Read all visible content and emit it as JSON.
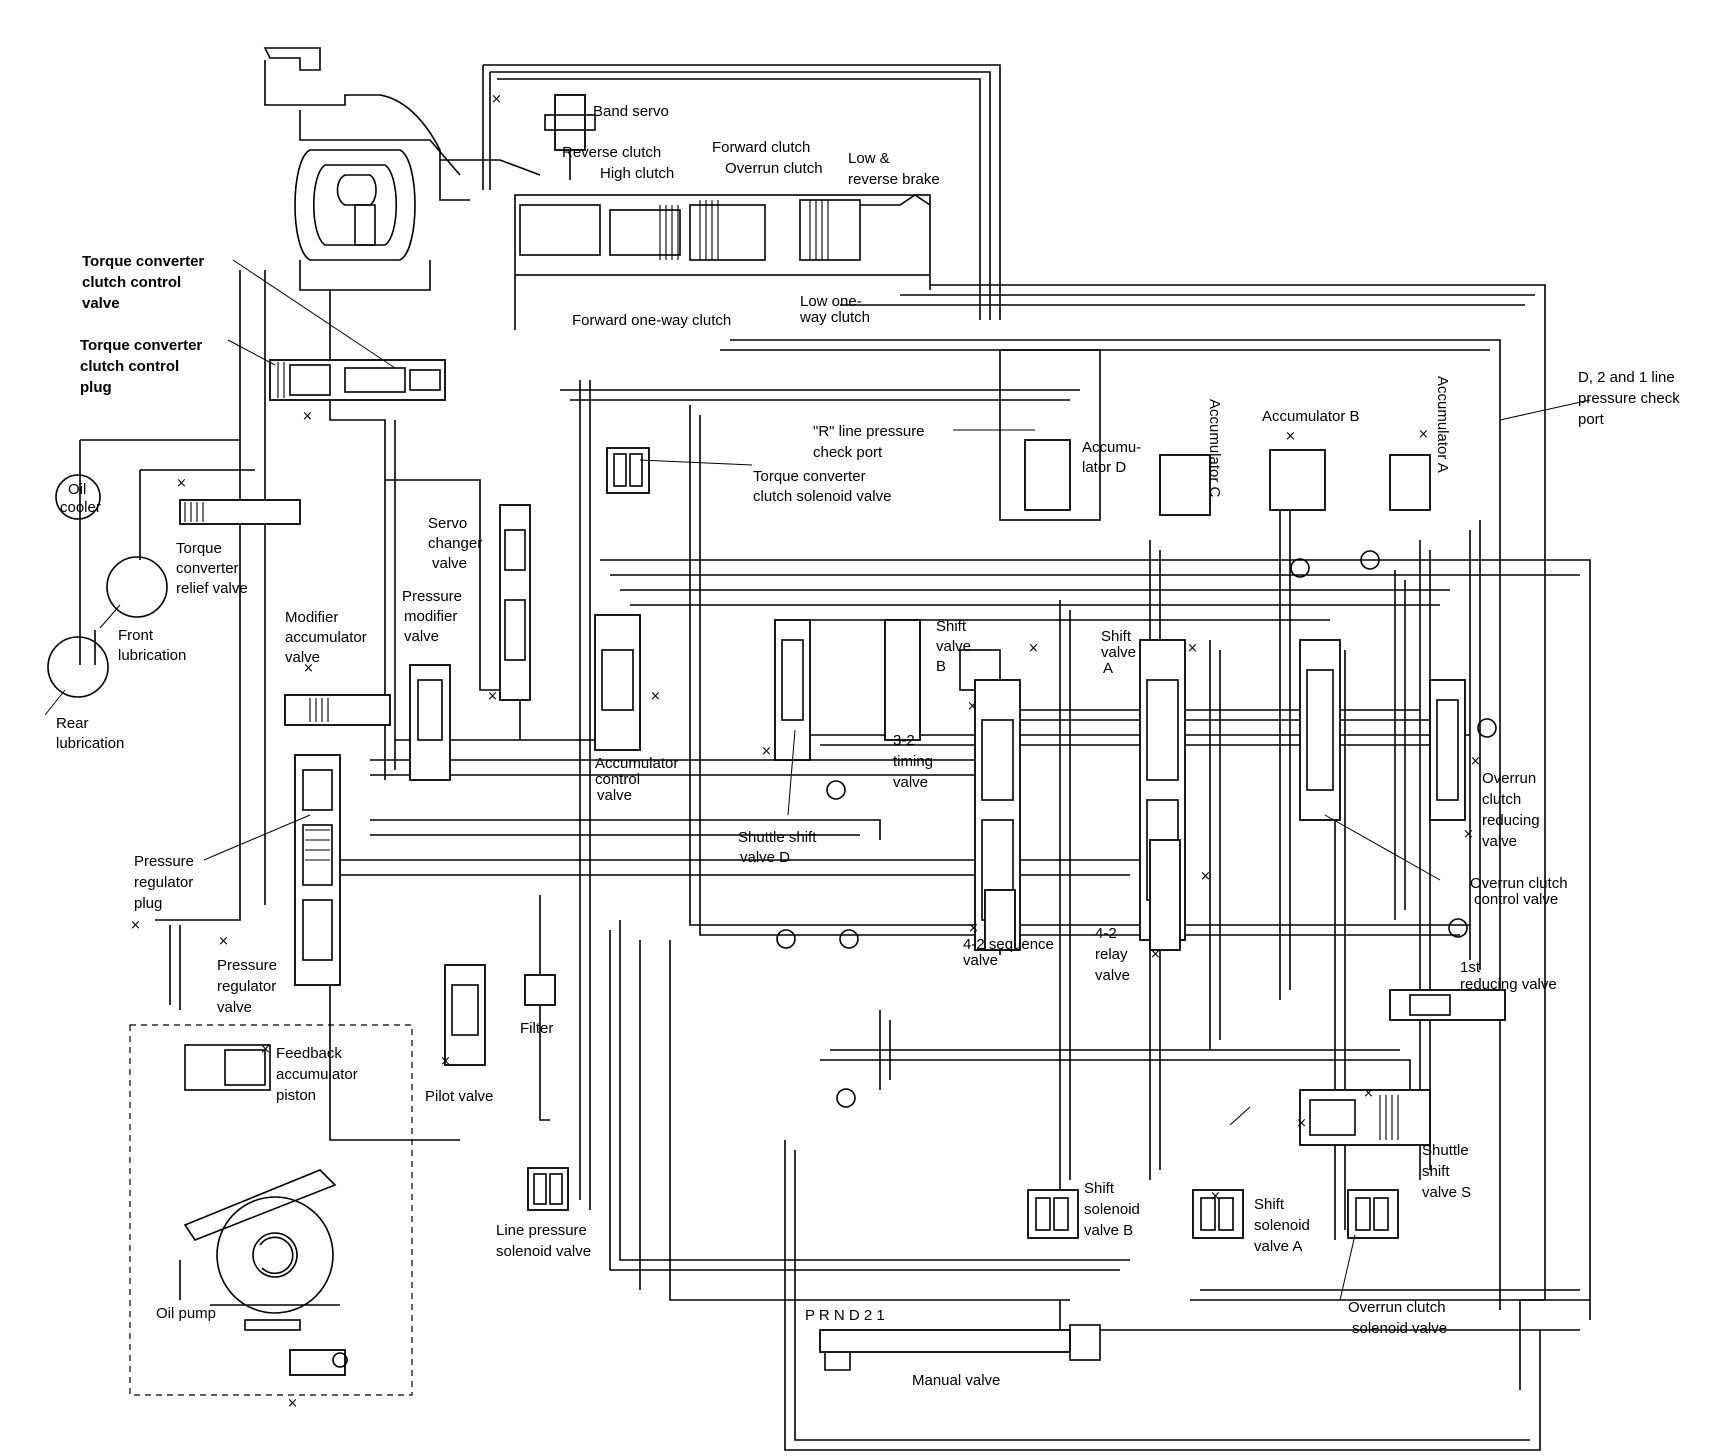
{
  "labels": {
    "band_servo": "Band servo",
    "reverse_clutch": "Reverse clutch",
    "high_clutch": "High clutch",
    "forward_clutch": "Forward clutch",
    "overrun_clutch": "Overrun clutch",
    "low_reverse_brake": [
      "Low &",
      "reverse brake"
    ],
    "forward_one_way_clutch": "Forward one-way clutch",
    "low_one_way_clutch": [
      "Low one-",
      "way clutch"
    ],
    "tcc_control_valve": [
      "Torque converter",
      "clutch control",
      "valve"
    ],
    "tcc_control_plug": [
      "Torque converter",
      "clutch control",
      "plug"
    ],
    "oil_cooler": [
      "Oil",
      "cooler"
    ],
    "front_lubrication": [
      "Front",
      "lubrication"
    ],
    "rear_lubrication": [
      "Rear",
      "lubrication"
    ],
    "tc_relief_valve": [
      "Torque",
      "converter",
      "relief valve"
    ],
    "modifier_accumulator_valve": [
      "Modifier",
      "accumulator",
      "valve"
    ],
    "pressure_modifier_valve": [
      "Pressure",
      "modifier",
      "valve"
    ],
    "servo_changer_valve": [
      "Servo",
      "changer",
      "valve"
    ],
    "r_line_pressure_check_port": [
      "\"R\" line pressure",
      "check port"
    ],
    "tcc_solenoid_valve": [
      "Torque converter",
      "clutch solenoid valve"
    ],
    "accumulator_d": [
      "Accumu-",
      "lator D"
    ],
    "accumulator_c": "Accumulator C",
    "accumulator_b": "Accumulator B",
    "accumulator_a": "Accumulator A",
    "d21_line_check_port": [
      "D, 2 and 1 line",
      "pressure check",
      "port"
    ],
    "shift_valve_b": [
      "Shift",
      "valve",
      "B"
    ],
    "shift_valve_a": [
      "Shift",
      "valve",
      "A"
    ],
    "timing_32_valve": [
      "3-2",
      "timing",
      "valve"
    ],
    "accumulator_control_valve": [
      "Accumulator",
      "control",
      "valve"
    ],
    "shuttle_shift_valve_d": [
      "Shuttle shift",
      "valve D"
    ],
    "overrun_clutch_reducing_valve": [
      "Overrun",
      "clutch",
      "reducing",
      "valve"
    ],
    "overrun_clutch_control_valve": [
      "Overrun clutch",
      "control valve"
    ],
    "pressure_regulator_plug": [
      "Pressure",
      "regulator",
      "plug"
    ],
    "pressure_regulator_valve": [
      "Pressure",
      "regulator",
      "valve"
    ],
    "sequence_42_valve": [
      "4-2 sequence",
      "valve"
    ],
    "relay_42_valve": [
      "4-2",
      "relay",
      "valve"
    ],
    "reducing_1st_valve": [
      "1st",
      "reducing valve"
    ],
    "filter": "Filter",
    "pilot_valve": "Pilot valve",
    "feedback_accumulator_piston": [
      "Feedback",
      "accumulator",
      "piston"
    ],
    "oil_pump": "Oil pump",
    "line_pressure_solenoid_valve": [
      "Line pressure",
      "solenoid valve"
    ],
    "shift_solenoid_valve_b": [
      "Shift",
      "solenoid",
      "valve B"
    ],
    "shift_solenoid_valve_a": [
      "Shift",
      "solenoid",
      "valve A"
    ],
    "shuttle_shift_valve_s": [
      "Shuttle",
      "shift",
      "valve S"
    ],
    "overrun_clutch_solenoid_valve": [
      "Overrun clutch",
      "solenoid valve"
    ],
    "prnd21": "P R N D 2 1",
    "manual_valve": "Manual valve"
  }
}
